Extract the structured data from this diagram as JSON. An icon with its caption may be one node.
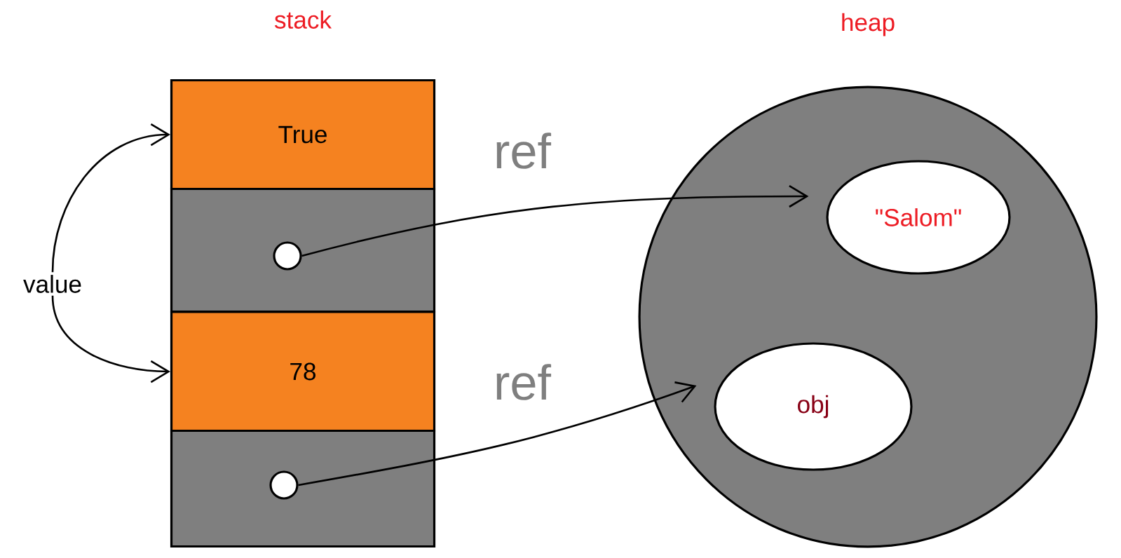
{
  "diagram": {
    "nodes": [
      {
        "text": [
          "stack"
        ]
      },
      {
        "text": [
          "True"
        ],
        "in": 0
      },
      {
        "text": [],
        "shape": "box",
        "in": 0
      },
      {
        "text": [
          "78"
        ],
        "in": 0
      },
      {
        "text": [],
        "shape": "box",
        "in": 0
      },
      {
        "text": [],
        "shape": "circle",
        "in": 2
      },
      {
        "text": [],
        "shape": "circle",
        "in": 4
      },
      {
        "text": [
          "heap"
        ]
      },
      {
        "text": [
          "\"Salom\""
        ],
        "in": 7
      },
      {
        "text": [
          "obj"
        ],
        "in": 7
      },
      {
        "text": [
          "value"
        ]
      }
    ],
    "edges": [
      {
        "from": 5,
        "to": 8,
        "arrow": "to",
        "label": "ref"
      },
      {
        "from": 6,
        "to": 9,
        "arrow": "to",
        "label": "ref"
      },
      {
        "from": 10,
        "to": 1,
        "arrow": "to"
      },
      {
        "from": 10,
        "to": 3,
        "arrow": "to"
      }
    ]
  }
}
